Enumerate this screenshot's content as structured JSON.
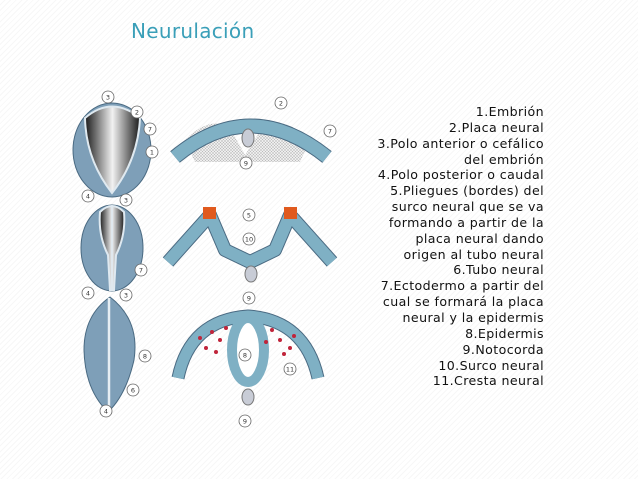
{
  "title": "Neurulación",
  "legend": [
    "1.Embrión",
    "2.Placa neural",
    "3.Polo anterior o cefálico",
    "del embrión",
    "4.Polo posterior o caudal",
    "5.Pliegues (bordes) del",
    "surco neural que se va",
    "formando a partir de la",
    "placa neural dando",
    "origen al tubo neural",
    "6.Tubo neural",
    "7.Ectodermo a partir del",
    "cual se formará la placa",
    "neural y la epidermis",
    "8.Epidermis",
    "9.Notocorda",
    "10.Surco neural",
    "11.Cresta neural"
  ],
  "diagram": {
    "labels": [
      "3",
      "2",
      "7",
      "1",
      "4",
      "3",
      "7",
      "4",
      "3",
      "8",
      "6",
      "4",
      "2",
      "7",
      "9",
      "5",
      "10",
      "9",
      "8",
      "11",
      "9"
    ],
    "colors": {
      "tissue": "#7e9fb8",
      "cells": "#6c9cb0",
      "crest": "#e05a1e",
      "nuclei": "#1f8a8a",
      "red": "#c0243a"
    }
  }
}
